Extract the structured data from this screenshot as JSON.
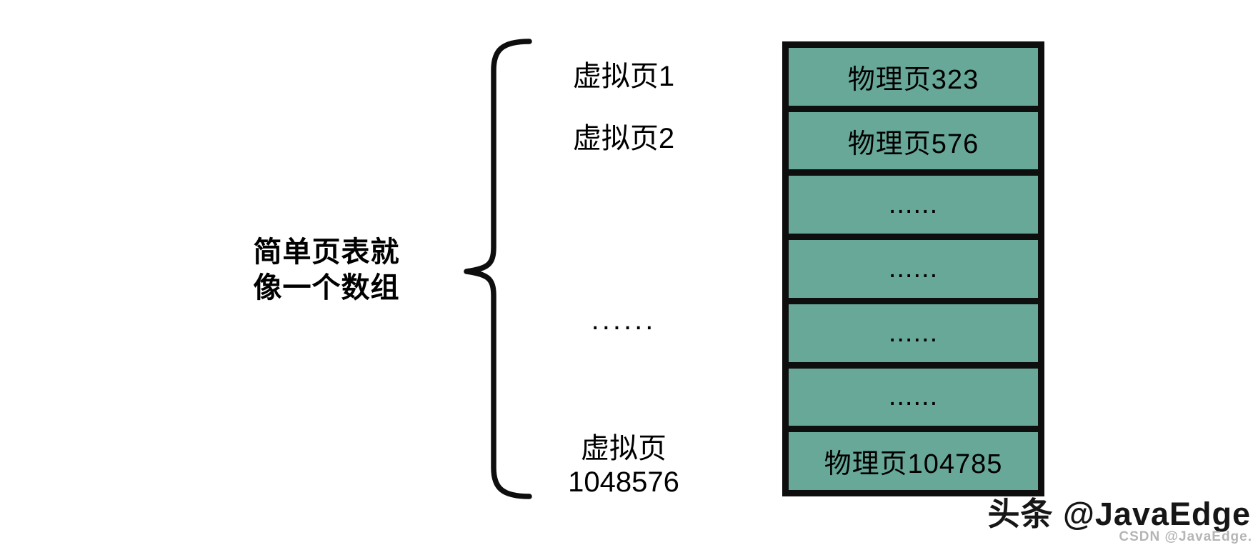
{
  "left_note": {
    "line1": "简单页表就",
    "line2": "像一个数组"
  },
  "virtual_pages": {
    "item1": "虚拟页1",
    "item2": "虚拟页2",
    "ellipsis": "......",
    "last_line1": "虚拟页",
    "last_line2": "1048576"
  },
  "page_table": {
    "rows": [
      "物理页323",
      "物理页576",
      "......",
      "......",
      "......",
      "......",
      "物理页104785"
    ]
  },
  "watermark": {
    "main": "头条 @JavaEdge",
    "sub": "CSDN @JavaEdge."
  },
  "colors": {
    "cell_fill": "#68A898",
    "line_color": "#0e0e0e"
  }
}
